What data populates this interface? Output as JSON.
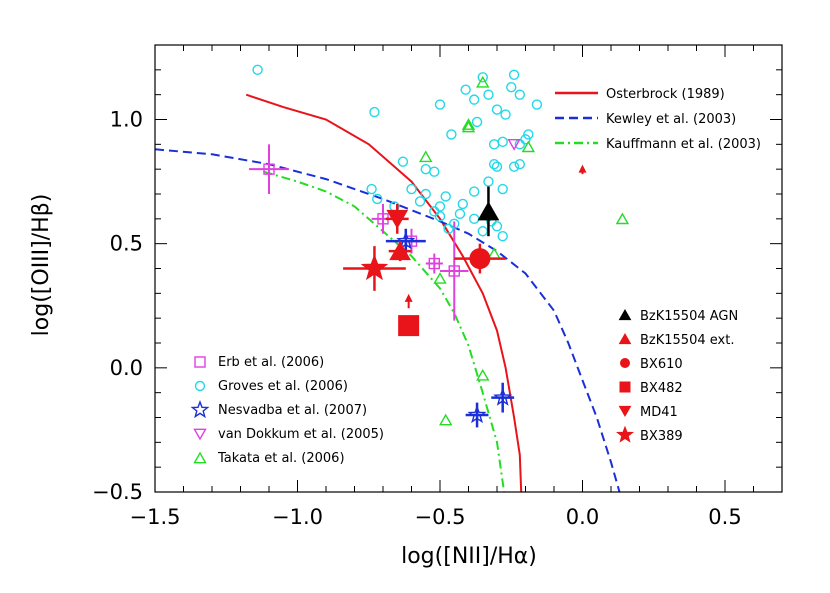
{
  "chart_data": {
    "type": "scatter",
    "xlabel": "log([NII]/Hα)",
    "ylabel": "log([OIII]/Hβ)",
    "xlim": [
      -1.5,
      0.7
    ],
    "ylim": [
      -0.5,
      1.3
    ],
    "xticks": [
      "−1.5",
      "−1.0",
      "−0.5",
      "0.0",
      "0.5"
    ],
    "yticks": [
      "−0.5",
      "0.0",
      "0.5",
      "1.0"
    ],
    "xtick_values": [
      -1.5,
      -1.0,
      -0.5,
      0.0,
      0.5
    ],
    "ytick_values": [
      -0.5,
      0.0,
      0.5,
      1.0
    ],
    "grid": false,
    "lines": [
      {
        "name": "Osterbrock (1989)",
        "color": "#e8141a",
        "dash": "solid",
        "points": [
          [
            -1.18,
            1.1
          ],
          [
            -1.05,
            1.05
          ],
          [
            -0.9,
            1.0
          ],
          [
            -0.75,
            0.9
          ],
          [
            -0.6,
            0.75
          ],
          [
            -0.5,
            0.6
          ],
          [
            -0.42,
            0.45
          ],
          [
            -0.35,
            0.3
          ],
          [
            -0.3,
            0.15
          ],
          [
            -0.27,
            0.0
          ],
          [
            -0.24,
            -0.2
          ],
          [
            -0.22,
            -0.35
          ],
          [
            -0.215,
            -0.5
          ]
        ]
      },
      {
        "name": "Kewley et al. (2003)",
        "color": "#1a2fd8",
        "dash": "dashed",
        "points": [
          [
            -1.5,
            0.88
          ],
          [
            -1.3,
            0.86
          ],
          [
            -1.1,
            0.82
          ],
          [
            -0.9,
            0.76
          ],
          [
            -0.7,
            0.68
          ],
          [
            -0.5,
            0.59
          ],
          [
            -0.4,
            0.54
          ],
          [
            -0.3,
            0.47
          ],
          [
            -0.2,
            0.38
          ],
          [
            -0.1,
            0.23
          ],
          [
            -0.05,
            0.1
          ],
          [
            0.0,
            -0.05
          ],
          [
            0.05,
            -0.2
          ],
          [
            0.1,
            -0.38
          ],
          [
            0.13,
            -0.5
          ]
        ]
      },
      {
        "name": "Kauffmann et al. (2003)",
        "color": "#22dd22",
        "dash": "dashdot",
        "points": [
          [
            -1.12,
            0.79
          ],
          [
            -1.0,
            0.75
          ],
          [
            -0.9,
            0.71
          ],
          [
            -0.8,
            0.65
          ],
          [
            -0.7,
            0.55
          ],
          [
            -0.6,
            0.45
          ],
          [
            -0.5,
            0.32
          ],
          [
            -0.45,
            0.22
          ],
          [
            -0.4,
            0.09
          ],
          [
            -0.35,
            -0.1
          ],
          [
            -0.3,
            -0.3
          ],
          [
            -0.275,
            -0.5
          ]
        ]
      }
    ],
    "series": [
      {
        "name": "Erb et al. (2006)",
        "marker": "square-open",
        "color": "#e040e0",
        "points": [
          [
            -1.1,
            0.8,
            0.07,
            0.1
          ],
          [
            -0.7,
            0.6,
            0.04,
            0.06
          ],
          [
            -0.6,
            0.51,
            0.03,
            0.05
          ],
          [
            -0.52,
            0.42,
            0.03,
            0.04
          ],
          [
            -0.45,
            0.39,
            0.05,
            0.2
          ]
        ]
      },
      {
        "name": "Groves et al. (2006)",
        "marker": "circle-open",
        "color": "#22d8e8",
        "points": [
          [
            -1.14,
            1.2
          ],
          [
            -0.73,
            1.03
          ],
          [
            -0.63,
            0.83
          ],
          [
            -0.74,
            0.72
          ],
          [
            -0.72,
            0.68
          ],
          [
            -0.66,
            0.65
          ],
          [
            -0.6,
            0.72
          ],
          [
            -0.55,
            0.8
          ],
          [
            -0.52,
            0.79
          ],
          [
            -0.5,
            1.06
          ],
          [
            -0.46,
            0.94
          ],
          [
            -0.41,
            1.12
          ],
          [
            -0.38,
            1.08
          ],
          [
            -0.37,
            0.99
          ],
          [
            -0.35,
            1.17
          ],
          [
            -0.33,
            1.1
          ],
          [
            -0.31,
            0.9
          ],
          [
            -0.3,
            1.04
          ],
          [
            -0.28,
            0.91
          ],
          [
            -0.27,
            1.02
          ],
          [
            -0.25,
            1.13
          ],
          [
            -0.24,
            1.18
          ],
          [
            -0.22,
            1.1
          ],
          [
            -0.22,
            0.9
          ],
          [
            -0.22,
            0.82
          ],
          [
            -0.24,
            0.81
          ],
          [
            -0.2,
            0.92
          ],
          [
            -0.19,
            0.94
          ],
          [
            -0.16,
            1.06
          ],
          [
            -0.3,
            0.81
          ],
          [
            -0.33,
            0.75
          ],
          [
            -0.28,
            0.72
          ],
          [
            -0.31,
            0.82
          ],
          [
            -0.38,
            0.71
          ],
          [
            -0.42,
            0.66
          ],
          [
            -0.43,
            0.62
          ],
          [
            -0.47,
            0.56
          ],
          [
            -0.5,
            0.65
          ],
          [
            -0.52,
            0.63
          ],
          [
            -0.57,
            0.67
          ],
          [
            -0.45,
            0.58
          ],
          [
            -0.38,
            0.6
          ],
          [
            -0.35,
            0.55
          ],
          [
            -0.32,
            0.59
          ],
          [
            -0.3,
            0.57
          ],
          [
            -0.28,
            0.53
          ],
          [
            -0.33,
            0.61
          ],
          [
            -0.5,
            0.61
          ],
          [
            -0.55,
            0.7
          ],
          [
            -0.48,
            0.69
          ]
        ]
      },
      {
        "name": "Nesvadba et al. (2007)",
        "marker": "star-open",
        "color": "#1a2fd8",
        "points": [
          [
            -0.62,
            0.51,
            0.07,
            0.05
          ],
          [
            -0.37,
            -0.19,
            0.04,
            0.05
          ],
          [
            -0.28,
            -0.12,
            0.04,
            0.06
          ]
        ]
      },
      {
        "name": "van Dokkum et al. (2005)",
        "marker": "triangle-down-open",
        "color": "#e040e0",
        "points": [
          [
            -0.24,
            0.9
          ]
        ]
      },
      {
        "name": "Takata et al. (2006)",
        "marker": "triangle-open",
        "color": "#22dd22",
        "points": [
          [
            -0.55,
            0.85
          ],
          [
            -0.4,
            0.97
          ],
          [
            -0.4,
            0.98
          ],
          [
            -0.35,
            1.15
          ],
          [
            -0.19,
            0.89
          ],
          [
            -0.5,
            0.36
          ],
          [
            -0.31,
            0.46
          ],
          [
            -0.35,
            -0.03
          ],
          [
            -0.48,
            -0.21
          ],
          [
            0.14,
            0.6
          ]
        ]
      },
      {
        "name": "BzK15504 AGN",
        "marker": "triangle-filled",
        "color": "#000000",
        "points": [
          [
            -0.33,
            0.63,
            0.0,
            0.1
          ]
        ]
      },
      {
        "name": "BzK15504 ext.",
        "marker": "triangle-filled",
        "color": "#e8141a",
        "points": [
          [
            -0.64,
            0.47,
            0.04,
            0.04
          ]
        ]
      },
      {
        "name": "BX610",
        "marker": "circle-filled",
        "color": "#e8141a",
        "points": [
          [
            -0.36,
            0.44,
            0.09,
            0.06
          ]
        ]
      },
      {
        "name": "BX482",
        "marker": "square-filled",
        "color": "#e8141a",
        "points": [
          [
            -0.61,
            0.17,
            0.0,
            0.0
          ]
        ]
      },
      {
        "name": "MD41",
        "marker": "triangle-down-filled",
        "color": "#e8141a",
        "points": [
          [
            -0.65,
            0.6,
            0.04,
            0.06
          ]
        ]
      },
      {
        "name": "BX389",
        "marker": "star-filled",
        "color": "#e8141a",
        "points": [
          [
            -0.73,
            0.4,
            0.11,
            0.09
          ]
        ]
      }
    ],
    "arrows": [
      {
        "color": "#e8141a",
        "x": -0.61,
        "from": 0.24,
        "to": 0.29
      },
      {
        "color": "#e8141a",
        "x": 0.0,
        "from": 0.78,
        "to": 0.81
      }
    ],
    "legend_left": {
      "placement": "bottom-left",
      "entries": [
        "Erb et al. (2006)",
        "Groves et al. (2006)",
        "Nesvadba et al. (2007)",
        "van Dokkum et al. (2005)",
        "Takata et al. (2006)"
      ]
    },
    "legend_lines": {
      "placement": "top-right",
      "entries": [
        "Osterbrock (1989)",
        "Kewley et al. (2003)",
        "Kauffmann et al. (2003)"
      ]
    },
    "legend_right": {
      "placement": "bottom-right",
      "entries": [
        "BzK15504 AGN",
        "BzK15504 ext.",
        "BX610",
        "BX482",
        "MD41",
        "BX389"
      ]
    }
  }
}
